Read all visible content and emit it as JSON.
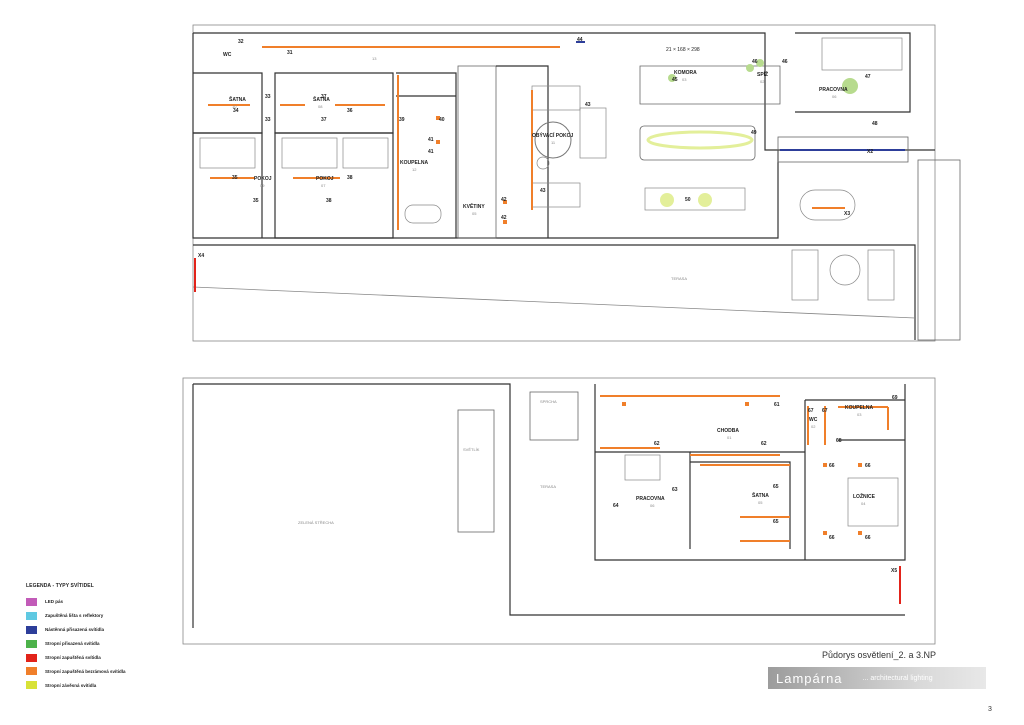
{
  "colors": {
    "wall": "#333333",
    "thin": "#888888",
    "orange": "#f07f2a",
    "red": "#e2231a",
    "blue": "#2d3e9a",
    "yellow_green": "#e3ef9a",
    "brand_bg": "#b0b0b0"
  },
  "floor2": {
    "rooms": [
      {
        "name": "WC",
        "number": ""
      },
      {
        "name": "ŠATNA",
        "number": "10"
      },
      {
        "name": "ŠATNA",
        "number": "08"
      },
      {
        "name": "POKOJ",
        "number": "09"
      },
      {
        "name": "POKOJ",
        "number": "07"
      },
      {
        "name": "KOUPELNA",
        "number": "12"
      },
      {
        "name": "KVĚTINY",
        "number": "05"
      },
      {
        "name": "OBÝVACÍ POKOJ",
        "number": "11"
      },
      {
        "name": "KOMORA",
        "number": "03"
      },
      {
        "name": "SPÍŽ",
        "number": "02"
      },
      {
        "name": "PRACOVNA",
        "number": "06"
      },
      {
        "name": "TERASA",
        "number": ""
      }
    ],
    "corridor_number": "13",
    "stair_label": "21 × 168 × 298",
    "labels": [
      "32",
      "31",
      "44",
      "33",
      "37",
      "34",
      "36",
      "33",
      "37",
      "39",
      "40",
      "41",
      "41",
      "35",
      "38",
      "35",
      "38",
      "42",
      "42",
      "43",
      "43",
      "45",
      "46",
      "46",
      "47",
      "48",
      "49",
      "50",
      "X2",
      "X3",
      "X4"
    ]
  },
  "floor3": {
    "rooms": [
      {
        "name": "CHODBA",
        "number": "01"
      },
      {
        "name": "WC",
        "number": "02"
      },
      {
        "name": "KOUPELNA",
        "number": "03"
      },
      {
        "name": "PRACOVNA",
        "number": "06"
      },
      {
        "name": "ŠATNA",
        "number": "05"
      },
      {
        "name": "LOŽNICE",
        "number": "04"
      },
      {
        "name": "SPRCHA",
        "number": ""
      },
      {
        "name": "SVĚTLÍK",
        "number": ""
      },
      {
        "name": "TERASA",
        "number": ""
      },
      {
        "name": "ZELENÁ STŘECHA",
        "number": ""
      }
    ],
    "labels": [
      "61",
      "67",
      "67",
      "69",
      "62",
      "62",
      "68",
      "63",
      "64",
      "65",
      "65",
      "66",
      "66",
      "66",
      "66",
      "X5"
    ]
  },
  "legend": {
    "title": "LEGENDA - TYPY SVÍTIDEL",
    "items": [
      {
        "label": "LED pás",
        "color": "#c25bb8"
      },
      {
        "label": "Zapuštěná lišta s reflektory",
        "color": "#5fc9e2"
      },
      {
        "label": "Nástěnná přisazená svítidla",
        "color": "#2d3e9a"
      },
      {
        "label": "Stropní přisazená svítidla",
        "color": "#4cb24a"
      },
      {
        "label": "Stropní zapuštěná svítidla",
        "color": "#e2231a"
      },
      {
        "label": "Stropní zapuštěná bezrámová svítidla",
        "color": "#f07f2a"
      },
      {
        "label": "Stropní závěsná svítidla",
        "color": "#d8e237"
      }
    ]
  },
  "caption": "Půdorys osvětlení_2. a 3.NP",
  "brand": {
    "name": "Lampárna",
    "tagline": "... architectural lighting"
  },
  "page_number": "3"
}
